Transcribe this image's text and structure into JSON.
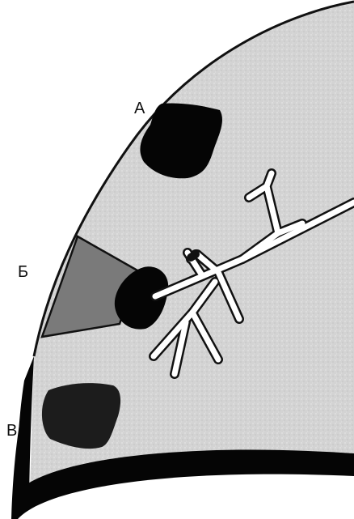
{
  "labels": {
    "a": "А",
    "b": "Б",
    "v": "В"
  },
  "colors": {
    "lung_fill": "#d4d4d4",
    "outline": "#111111",
    "lesion_dark": "#050505",
    "lesion_b_wedge": "#7a7a7a",
    "lesion_v": "#1c1c1c",
    "bronchi": "#ffffff",
    "background": "#ffffff"
  }
}
